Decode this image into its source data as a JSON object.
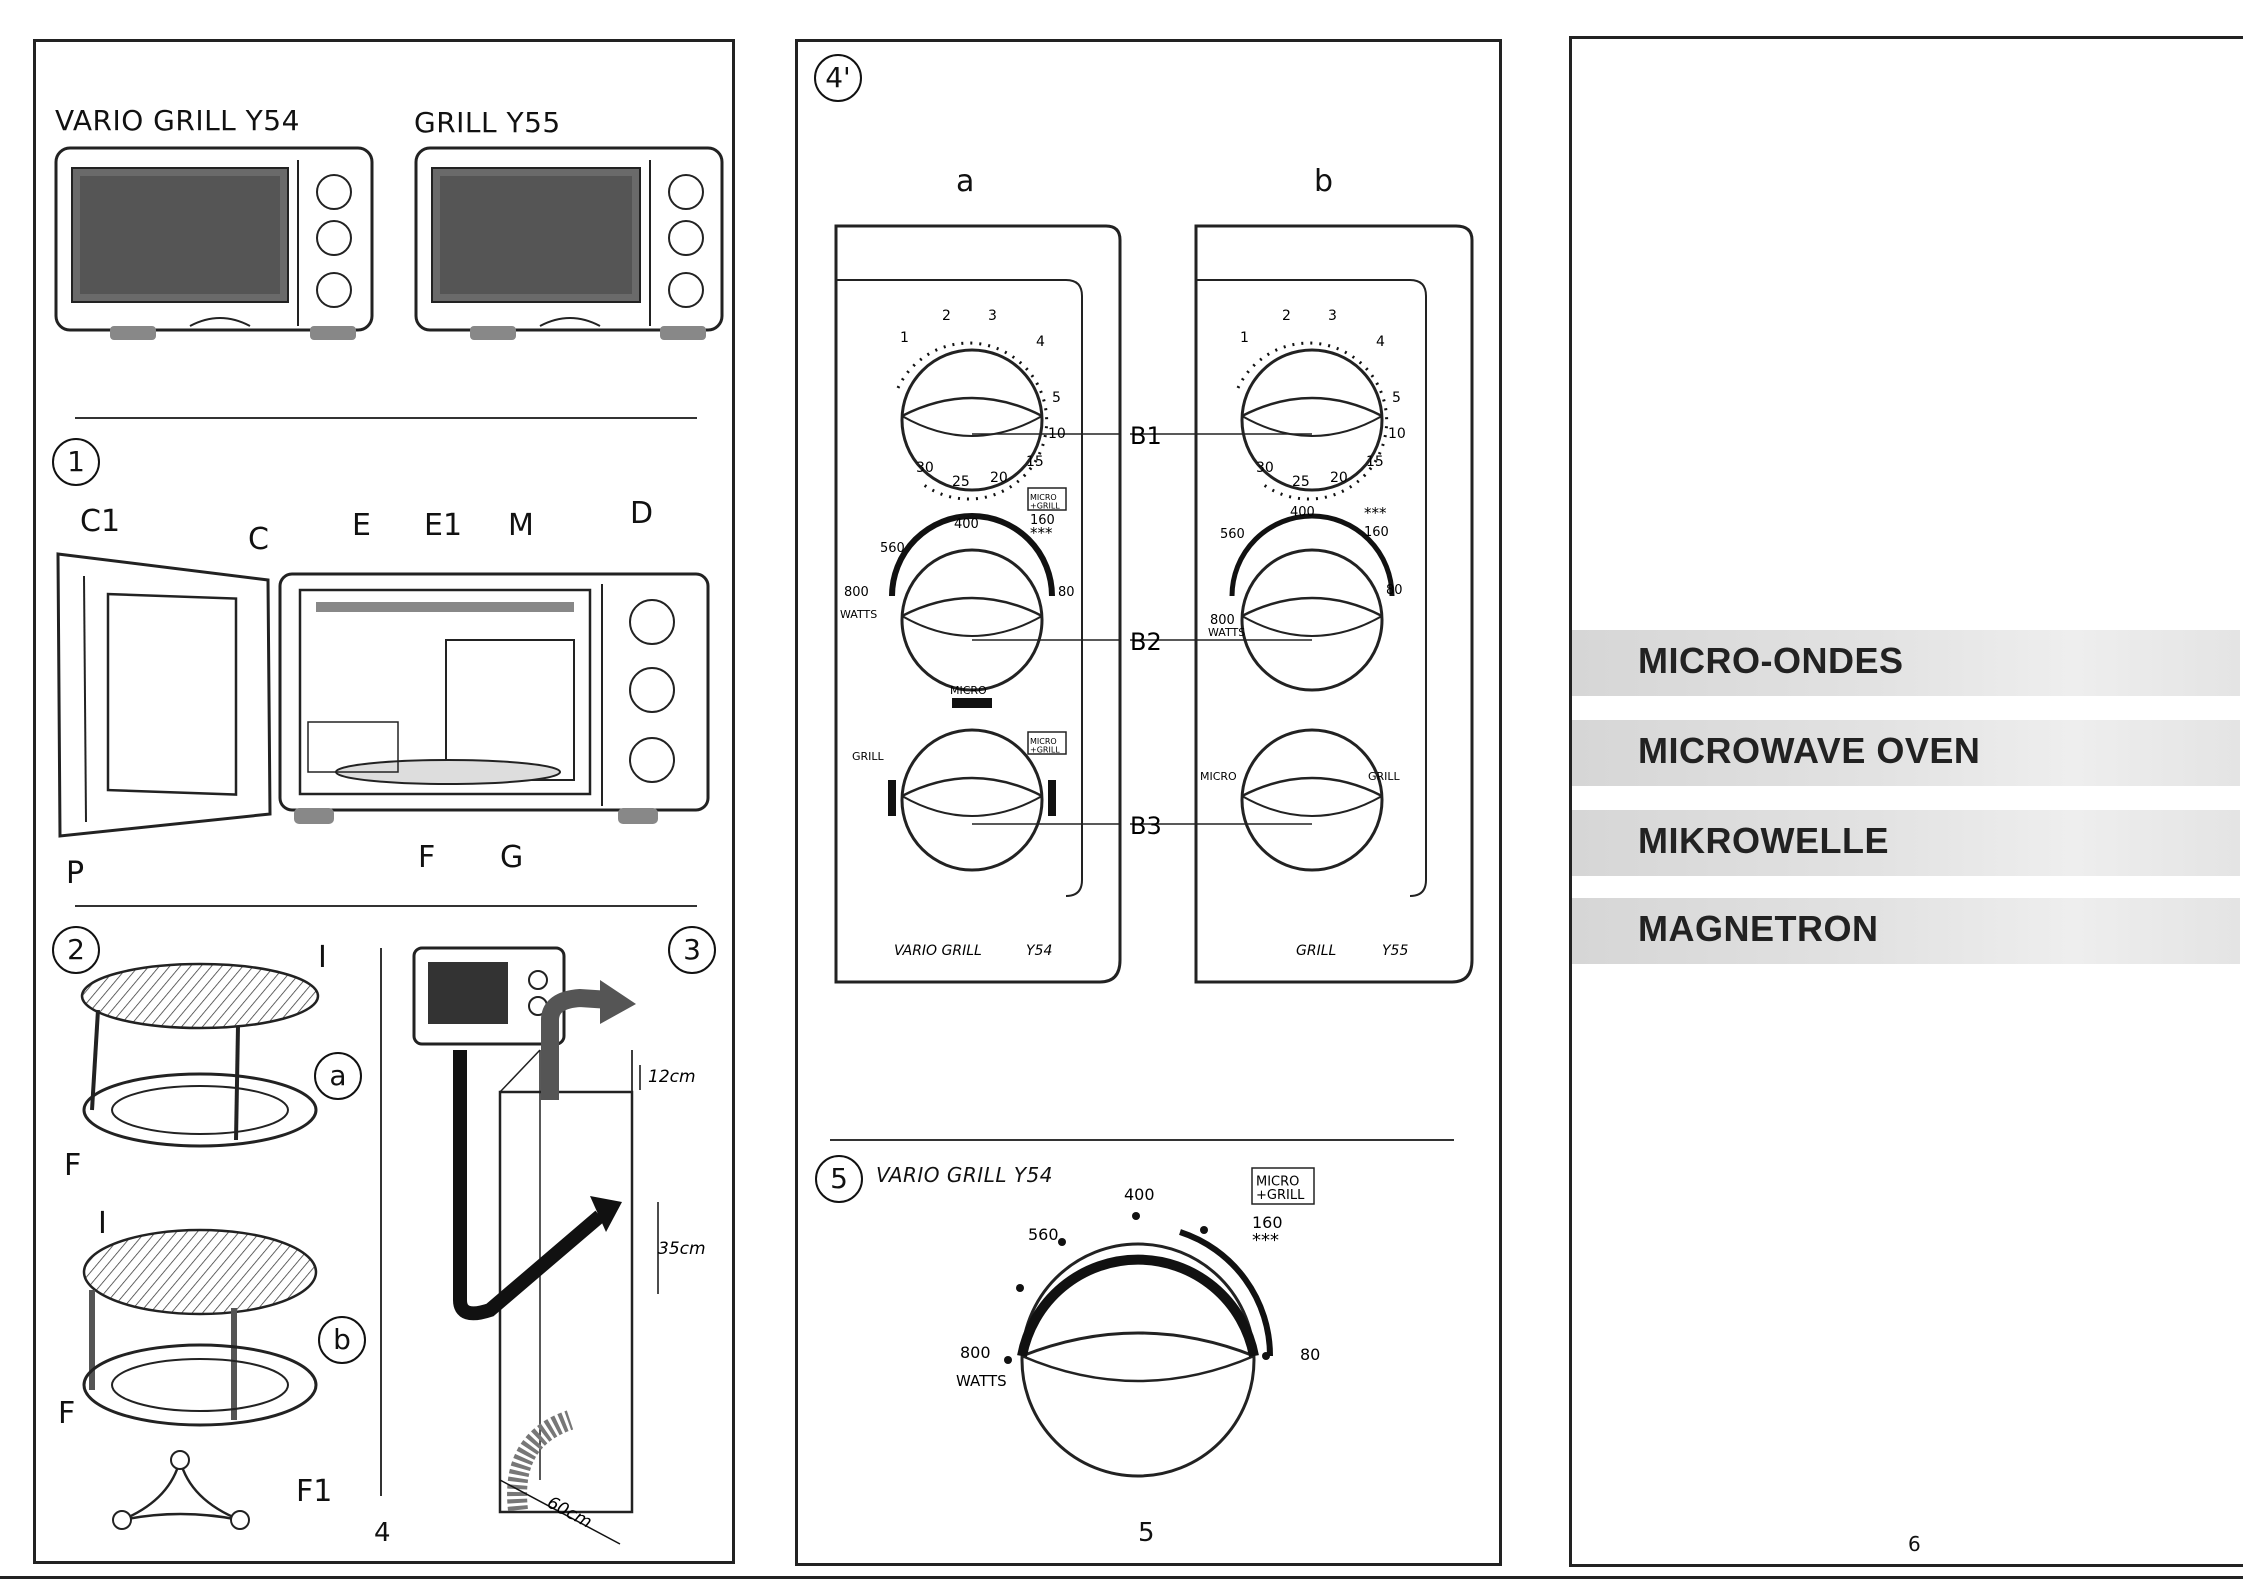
{
  "page_left": {
    "models": {
      "left": "VARIO GRILL Y54",
      "right": "GRILL Y55"
    },
    "fig1": {
      "number": "1",
      "labels": {
        "c1": "C1",
        "c": "C",
        "e": "E",
        "e1": "E1",
        "m": "M",
        "d": "D",
        "p": "P",
        "f": "F",
        "g": "G"
      }
    },
    "fig2": {
      "number": "2",
      "labels": {
        "i_a": "I",
        "a": "a",
        "f_a": "F",
        "i_b": "I",
        "b": "b",
        "f_b": "F",
        "f1": "F1"
      }
    },
    "fig3": {
      "number": "3",
      "dims": {
        "gap": "12cm",
        "height": "35cm",
        "depth": "60cm"
      }
    },
    "page_number": "4"
  },
  "page_middle": {
    "fig4": {
      "number": "4'",
      "col_a": "a",
      "col_b": "b",
      "dial_labels": {
        "b1": "B1",
        "b2": "B2",
        "b3": "B3"
      },
      "timer_ticks": [
        "1",
        "2",
        "3",
        "4",
        "5",
        "10",
        "15",
        "20",
        "25",
        "30"
      ],
      "power_ticks": {
        "p800": "800",
        "p560": "560",
        "p400": "400",
        "p160": "160",
        "p80": "80",
        "stars": "***",
        "watts": "WATTS"
      },
      "micro_grill_box": "MICRO\n+GRILL",
      "mode_a": {
        "top": "MICRO",
        "left": "GRILL"
      },
      "mode_b": {
        "left": "MICRO",
        "right": "GRILL"
      },
      "panel_a_caption": {
        "name": "VARIO GRILL",
        "model": "Y54"
      },
      "panel_b_caption": {
        "name": "GRILL",
        "model": "Y55"
      }
    },
    "fig5": {
      "number": "5",
      "title": "VARIO GRILL Y54",
      "ticks": {
        "p800": "800",
        "p560": "560",
        "p400": "400",
        "p160": "160",
        "p80": "80",
        "stars": "***",
        "watts": "WATTS"
      },
      "micro_grill_box": "MICRO\n+GRILL"
    },
    "page_number": "5"
  },
  "page_right": {
    "languages": [
      "MICRO-ONDES",
      "MICROWAVE OVEN",
      "MIKROWELLE",
      "MAGNETRON"
    ],
    "page_number": "6"
  }
}
